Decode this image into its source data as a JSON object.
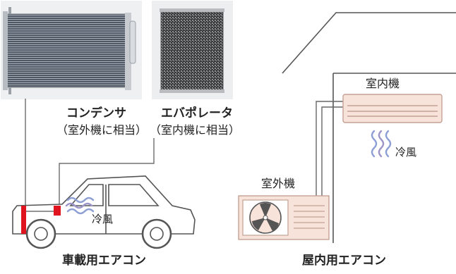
{
  "car": {
    "condenser": {
      "name": "コンデンサ",
      "note": "（室外機に相当）"
    },
    "evaporator": {
      "name": "エバポレータ",
      "note": "（室内機に相当）"
    },
    "cool_air": "冷風",
    "caption": "車載用エアコン"
  },
  "house": {
    "indoor_unit": "室内機",
    "outdoor_unit": "室外機",
    "cool_air": "冷風",
    "caption": "屋内用エアコン"
  },
  "colors": {
    "line": "#555555",
    "unit_fill": "#f7e3da",
    "unit_stroke": "#c4a294",
    "red_part": "#e0141e",
    "wind_blue": "#8e9fd6",
    "wind_purple": "#9b95c8"
  }
}
